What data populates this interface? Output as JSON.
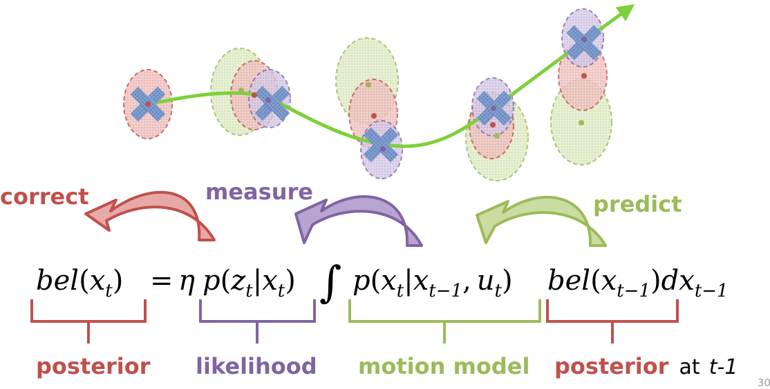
{
  "colors": {
    "red": "#c0504d",
    "purple": "#8064a2",
    "green": "#9bbb59",
    "path": "#7ed03a",
    "cross": "#4f81bd",
    "red_fill": "#e6a9a7",
    "purple_fill": "#b8a4d0",
    "green_fill": "#c9dca1"
  },
  "labels": {
    "correct": "correct",
    "measure": "measure",
    "predict": "predict",
    "posterior": "posterior",
    "likelihood": "likelihood",
    "motion_model": "motion model",
    "posterior_prev": "posterior",
    "at": "at",
    "t_minus_1": "t-1"
  },
  "equation": {
    "bel": "bel",
    "x": "x",
    "t": "t",
    "equals": "=",
    "eta": "η",
    "p": "p",
    "z": "z",
    "u": "u",
    "bar": "|",
    "integral": "∫",
    "tm1": "t−1",
    "d": "d",
    "open": "(",
    "close": ")",
    "comma": ","
  },
  "page_number": "30"
}
